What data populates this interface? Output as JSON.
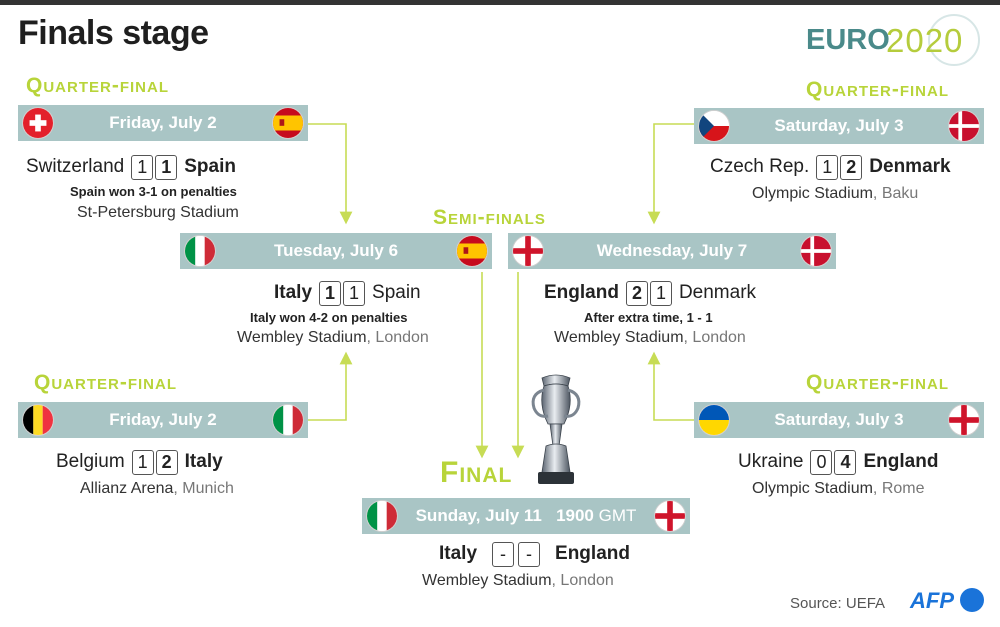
{
  "title": "Finals stage",
  "logo": {
    "euro": "EURO",
    "year": "2020"
  },
  "stages": {
    "quarter": "Quarter-final",
    "semi": "Semi-finals",
    "final": "Final"
  },
  "qf1": {
    "date": "Friday, July 2",
    "team1": "Switzerland",
    "score1": "1",
    "score2": "1",
    "team2": "Spain",
    "note": "Spain won 3-1 on penalties",
    "stadium": "St-Petersburg Stadium",
    "city": "",
    "flag1": "switzerland-flag-icon",
    "flag2": "spain-flag-icon"
  },
  "qf2": {
    "date": "Saturday, July 3",
    "team1": "Czech Rep.",
    "score1": "1",
    "score2": "2",
    "team2": "Denmark",
    "stadium": "Olympic Stadium",
    "city": "Baku",
    "flag1": "czech-flag-icon",
    "flag2": "denmark-flag-icon"
  },
  "qf3": {
    "date": "Friday, July 2",
    "team1": "Belgium",
    "score1": "1",
    "score2": "2",
    "team2": "Italy",
    "stadium": "Allianz Arena",
    "city": "Munich",
    "flag1": "belgium-flag-icon",
    "flag2": "italy-flag-icon"
  },
  "qf4": {
    "date": "Saturday, July 3",
    "team1": "Ukraine",
    "score1": "0",
    "score2": "4",
    "team2": "England",
    "stadium": "Olympic Stadium",
    "city": "Rome",
    "flag1": "ukraine-flag-icon",
    "flag2": "england-flag-icon"
  },
  "sf1": {
    "date": "Tuesday, July 6",
    "team1": "Italy",
    "score1": "1",
    "score2": "1",
    "team2": "Spain",
    "note": "Italy won 4-2 on penalties",
    "stadium": "Wembley Stadium",
    "city": "London",
    "flag1": "italy-flag-icon",
    "flag2": "spain-flag-icon"
  },
  "sf2": {
    "date": "Wednesday, July 7",
    "team1": "England",
    "score1": "2",
    "score2": "1",
    "team2": "Denmark",
    "note": "After extra time, 1 - 1",
    "stadium": "Wembley Stadium",
    "city": "London",
    "flag1": "england-flag-icon",
    "flag2": "denmark-flag-icon"
  },
  "final": {
    "date": "Sunday, July 11",
    "time": "1900",
    "tz": "GMT",
    "team1": "Italy",
    "score1": "-",
    "score2": "-",
    "team2": "England",
    "stadium": "Wembley Stadium",
    "city": "London",
    "flag1": "italy-flag-icon",
    "flag2": "england-flag-icon"
  },
  "source": "Source: UEFA",
  "agency": "AFP",
  "colors": {
    "accent": "#b8d43a",
    "datebar": "#a9c5c5",
    "logo_teal": "#4a8a8a",
    "afp_blue": "#1a73d9"
  }
}
